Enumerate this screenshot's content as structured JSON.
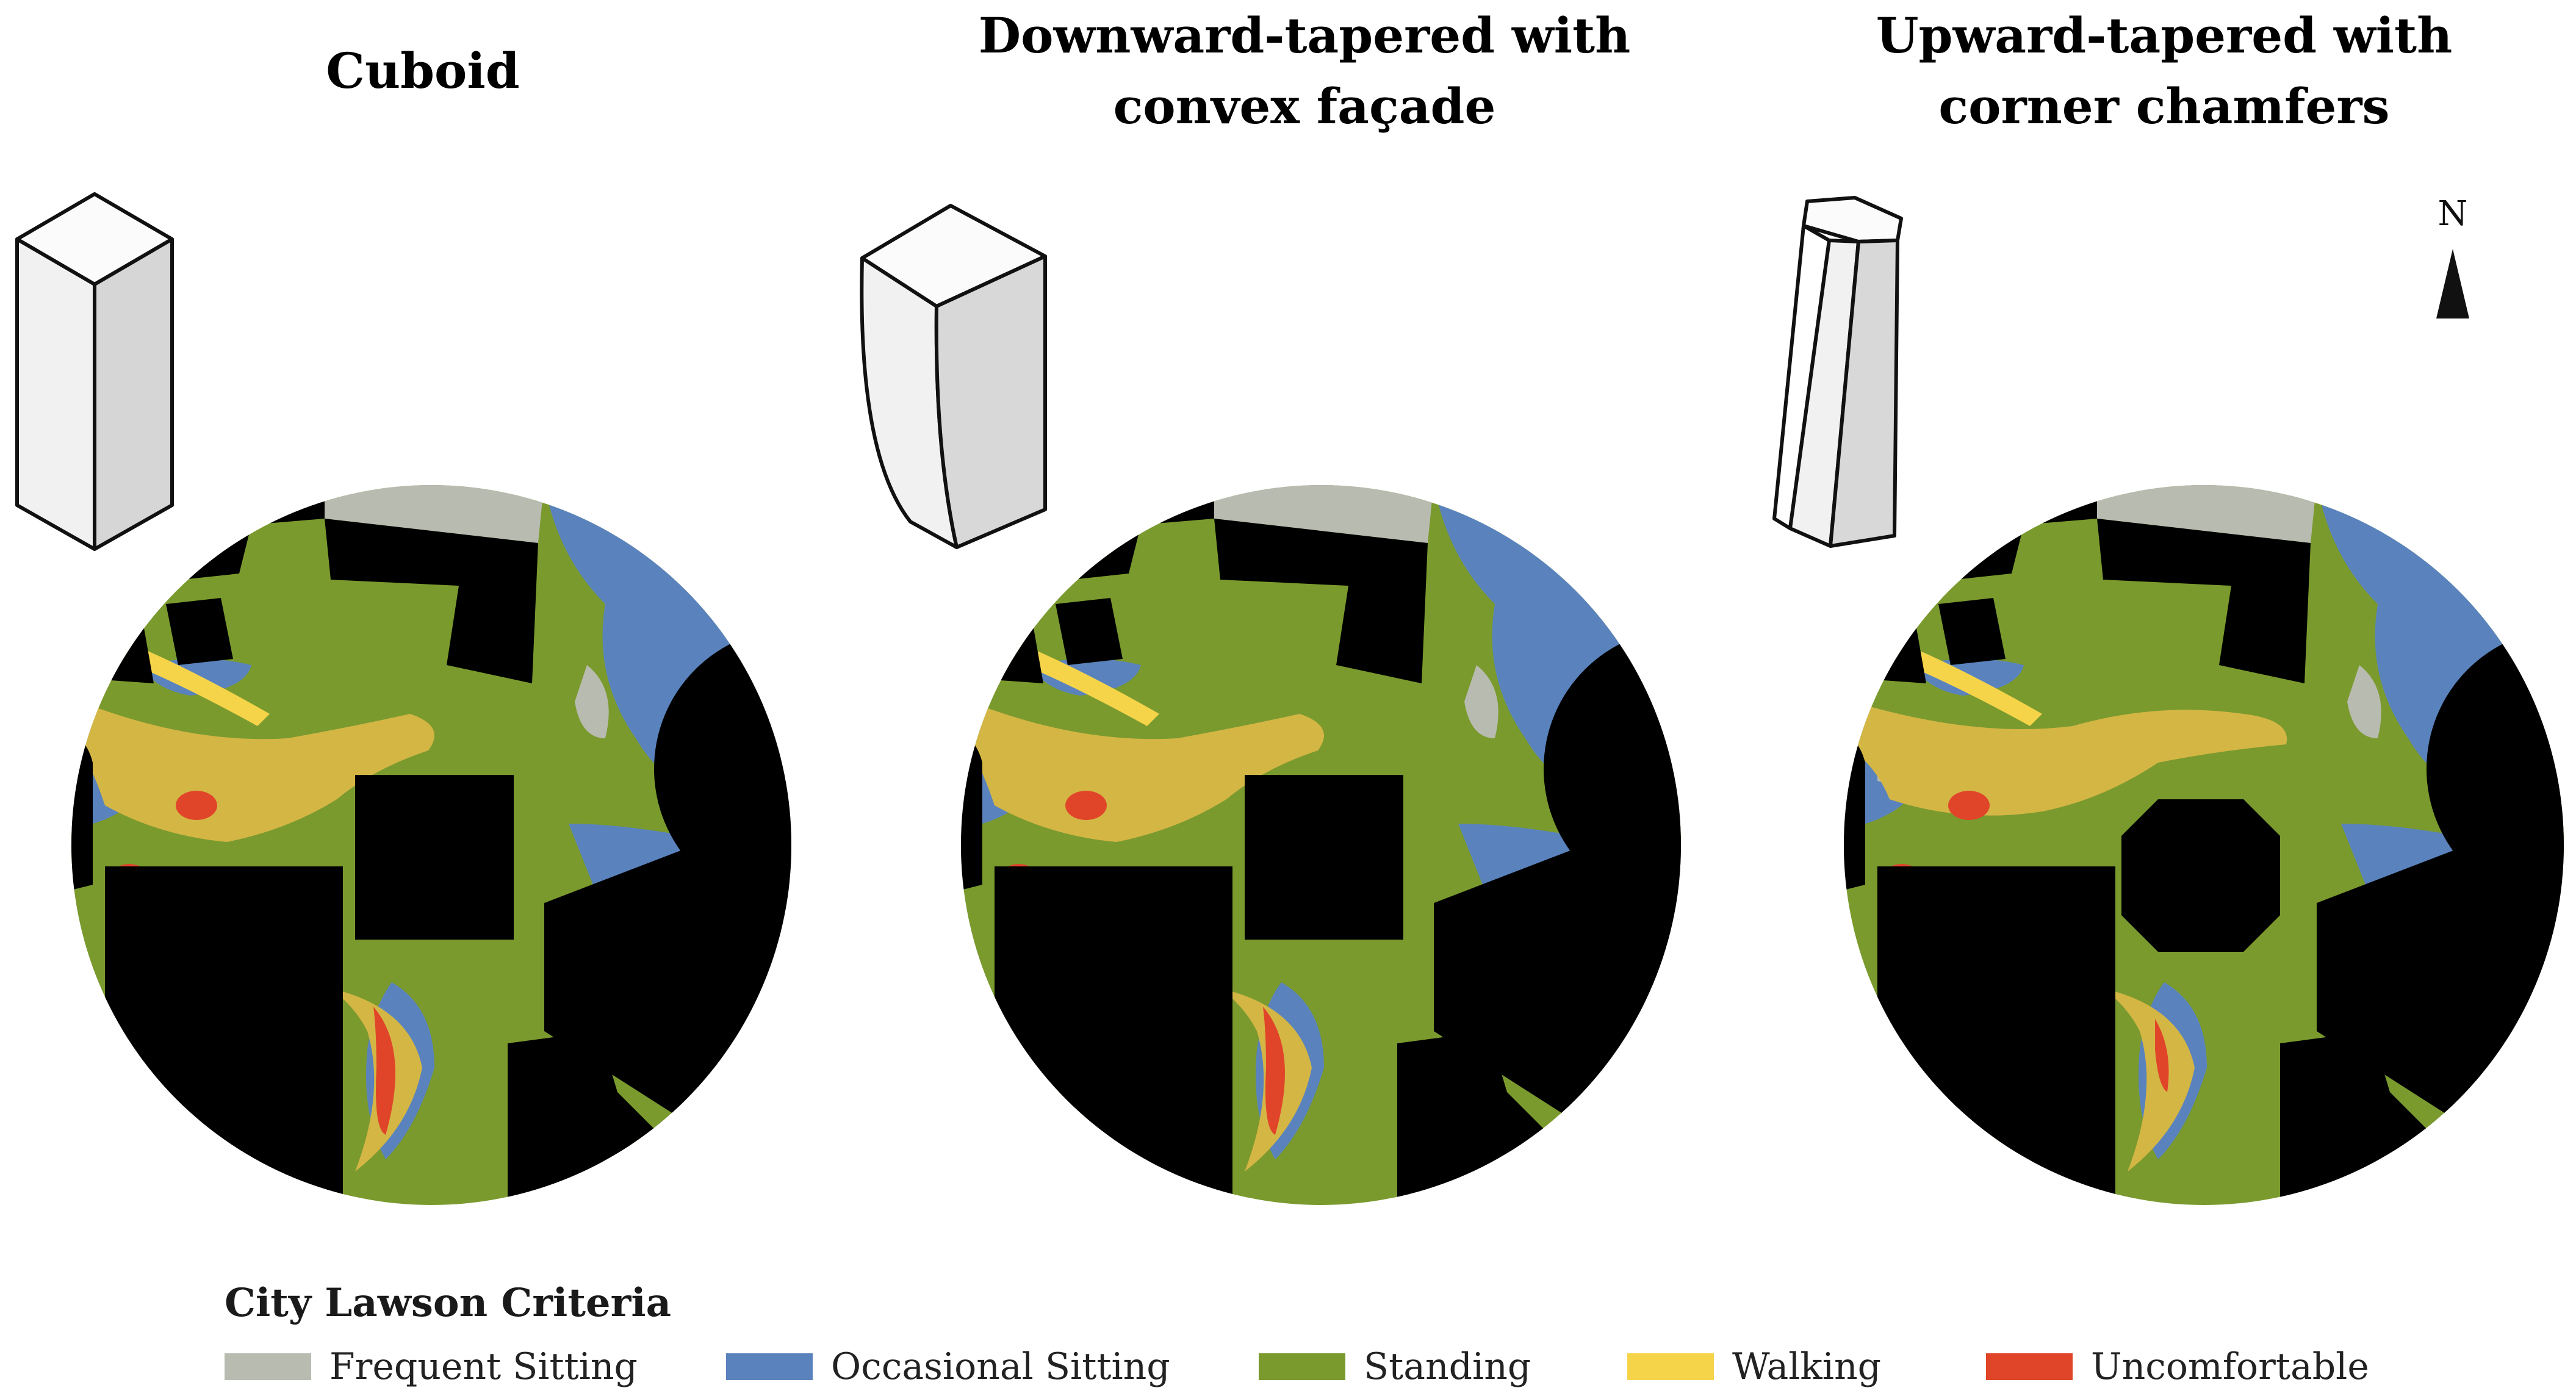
{
  "panels": [
    {
      "title_line1": "Cuboid",
      "title_line2": ""
    },
    {
      "title_line1": "Downward-tapered with",
      "title_line2": "convex façade"
    },
    {
      "title_line1": "Upward-tapered with",
      "title_line2": "corner chamfers"
    }
  ],
  "north_label": "N",
  "legend": {
    "title": "City Lawson Criteria",
    "items": [
      {
        "label": "Frequent Sitting",
        "color": "#b8bbb0"
      },
      {
        "label": "Occasional Sitting",
        "color": "#5a83bd"
      },
      {
        "label": "Standing",
        "color": "#7a9a2e"
      },
      {
        "label": "Walking",
        "color": "#f5d449"
      },
      {
        "label": "Uncomfortable",
        "color": "#e0452a"
      }
    ]
  },
  "colors": {
    "building": "#000000",
    "frequent": "#b8bbb0",
    "occasional": "#5a83bd",
    "standing": "#7a9a2e",
    "walking_muted": "#d4b645",
    "walking": "#f5d449",
    "uncomfortable": "#e0452a"
  }
}
